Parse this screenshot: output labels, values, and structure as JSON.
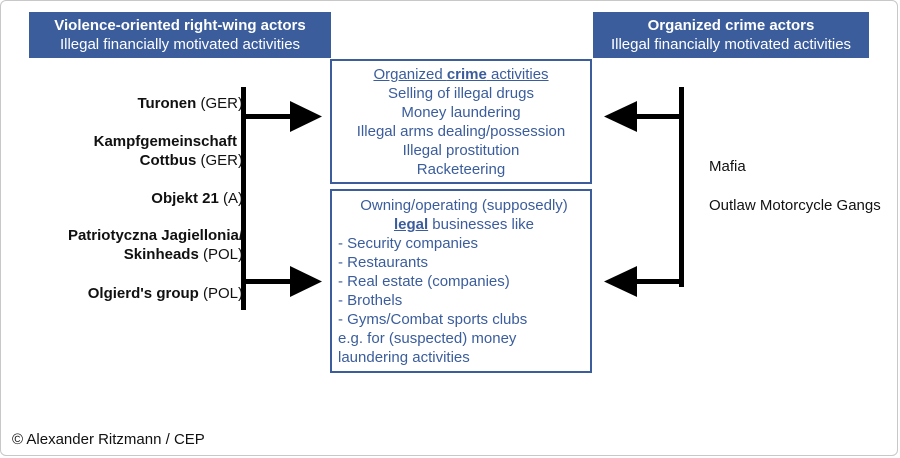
{
  "header_left": {
    "title": "Violence-oriented right-wing actors",
    "subtitle": "Illegal financially motivated activities"
  },
  "header_right": {
    "title": "Organized crime actors",
    "subtitle": "Illegal financially motivated activities"
  },
  "crime_box": {
    "title_pre": "Organized ",
    "title_bold": "crime",
    "title_post": " activities",
    "items": [
      "Selling of illegal drugs",
      "Money laundering",
      "Illegal arms dealing/possession",
      "Illegal prostitution",
      "Racketeering"
    ]
  },
  "legal_box": {
    "line1": "Owning/operating (supposedly)",
    "legal_word": "legal",
    "line2_rest": " businesses like",
    "items": [
      "- Security companies",
      "- Restaurants",
      "- Real estate (companies)",
      "- Brothels",
      "- Gyms/Combat sports clubs"
    ],
    "note_line1": "e.g. for (suspected) money",
    "note_line2": "laundering activities"
  },
  "left_actors": [
    {
      "name": "Turonen",
      "country": " (GER)"
    },
    {
      "name_line1": "Kampfgemeinschaft",
      "name_line2": "Cottbus",
      "country": " (GER)"
    },
    {
      "name": "Objekt 21",
      "country": " (A)"
    },
    {
      "name_line1": "Patriotyczna Jagiellonia/",
      "name_line2": "Skinheads",
      "country": " (POL)"
    },
    {
      "name": "Olgierd's group",
      "country": " (POL)"
    }
  ],
  "right_actors": [
    "Mafia",
    "Outlaw Motorcycle Gangs"
  ],
  "footer": "© Alexander Ritzmann / CEP"
}
